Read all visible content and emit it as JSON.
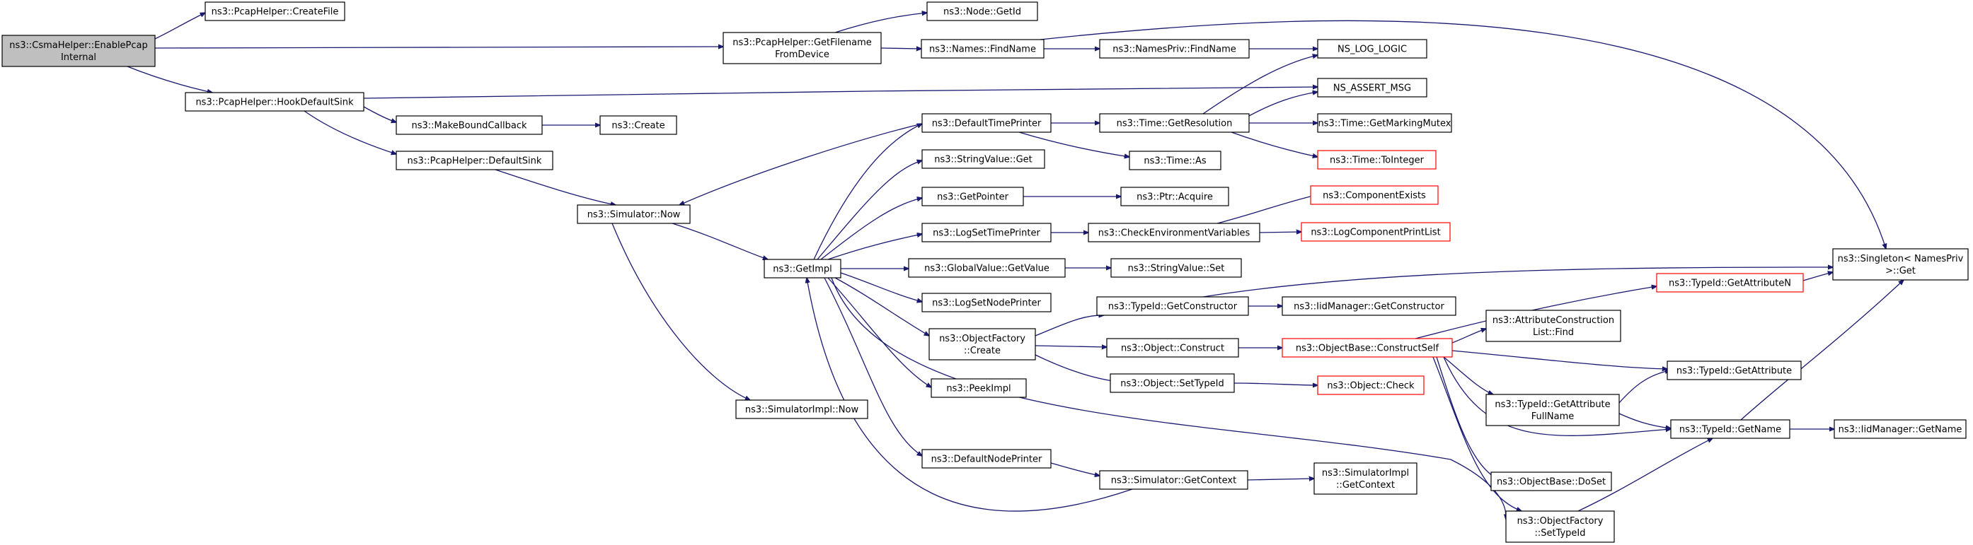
{
  "diagram": {
    "title": "",
    "colors": {
      "edge": "#191970",
      "root_fill": "#bfbfbf",
      "node_border": "#000000",
      "truncated_border": "#ff0000"
    },
    "nodes": [
      {
        "id": "root",
        "lines": [
          "ns3::CsmaHelper::EnablePcap",
          "Internal"
        ],
        "root": true
      },
      {
        "id": "createfile",
        "lines": [
          "ns3::PcapHelper::CreateFile"
        ]
      },
      {
        "id": "getfilename",
        "lines": [
          "ns3::PcapHelper::GetFilename",
          "FromDevice"
        ]
      },
      {
        "id": "hooksink",
        "lines": [
          "ns3::PcapHelper::HookDefaultSink"
        ]
      },
      {
        "id": "nodegetid",
        "lines": [
          "ns3::Node::GetId"
        ]
      },
      {
        "id": "namesfind",
        "lines": [
          "ns3::Names::FindName"
        ]
      },
      {
        "id": "makebound",
        "lines": [
          "ns3::MakeBoundCallback"
        ]
      },
      {
        "id": "defaultsink",
        "lines": [
          "ns3::PcapHelper::DefaultSink"
        ]
      },
      {
        "id": "create",
        "lines": [
          "ns3::Create"
        ]
      },
      {
        "id": "namesprivfind",
        "lines": [
          "ns3::NamesPriv::FindName"
        ]
      },
      {
        "id": "nslog",
        "lines": [
          "NS_LOG_LOGIC"
        ]
      },
      {
        "id": "nsassert",
        "lines": [
          "NS_ASSERT_MSG"
        ]
      },
      {
        "id": "simnow",
        "lines": [
          "ns3::Simulator::Now"
        ]
      },
      {
        "id": "getimpl",
        "lines": [
          "ns3::GetImpl"
        ]
      },
      {
        "id": "simimplnow",
        "lines": [
          "ns3::SimulatorImpl::Now"
        ]
      },
      {
        "id": "deftimeprinter",
        "lines": [
          "ns3::DefaultTimePrinter"
        ]
      },
      {
        "id": "stringvalueget",
        "lines": [
          "ns3::StringValue::Get"
        ]
      },
      {
        "id": "getpointer",
        "lines": [
          "ns3::GetPointer"
        ]
      },
      {
        "id": "logsettime",
        "lines": [
          "ns3::LogSetTimePrinter"
        ]
      },
      {
        "id": "globalget",
        "lines": [
          "ns3::GlobalValue::GetValue"
        ]
      },
      {
        "id": "logsetnode",
        "lines": [
          "ns3::LogSetNodePrinter"
        ]
      },
      {
        "id": "objfactorycreate",
        "lines": [
          "ns3::ObjectFactory",
          "::Create"
        ]
      },
      {
        "id": "peekimpl",
        "lines": [
          "ns3::PeekImpl"
        ]
      },
      {
        "id": "defnodeprinter",
        "lines": [
          "ns3::DefaultNodePrinter"
        ]
      },
      {
        "id": "timegetres",
        "lines": [
          "ns3::Time::GetResolution"
        ]
      },
      {
        "id": "timeas",
        "lines": [
          "ns3::Time::As"
        ]
      },
      {
        "id": "ptracquire",
        "lines": [
          "ns3::Ptr::Acquire"
        ]
      },
      {
        "id": "checkenv",
        "lines": [
          "ns3::CheckEnvironmentVariables"
        ]
      },
      {
        "id": "stringvalueset",
        "lines": [
          "ns3::StringValue::Set"
        ]
      },
      {
        "id": "typeidgetctor",
        "lines": [
          "ns3::TypeId::GetConstructor"
        ]
      },
      {
        "id": "objconstruct",
        "lines": [
          "ns3::Object::Construct"
        ]
      },
      {
        "id": "objsettypeid",
        "lines": [
          "ns3::Object::SetTypeId"
        ]
      },
      {
        "id": "simgetctx",
        "lines": [
          "ns3::Simulator::GetContext"
        ]
      },
      {
        "id": "timegetmutex",
        "lines": [
          "ns3::Time::GetMarkingMutex"
        ]
      },
      {
        "id": "timetoint",
        "lines": [
          "ns3::Time::ToInteger"
        ],
        "truncated": true
      },
      {
        "id": "compexists",
        "lines": [
          "ns3::ComponentExists"
        ],
        "truncated": true
      },
      {
        "id": "logcompprint",
        "lines": [
          "ns3::LogComponentPrintList"
        ],
        "truncated": true
      },
      {
        "id": "iidgetctor",
        "lines": [
          "ns3::IidManager::GetConstructor"
        ]
      },
      {
        "id": "objbaseconstruct",
        "lines": [
          "ns3::ObjectBase::ConstructSelf"
        ],
        "truncated": true
      },
      {
        "id": "objcheck",
        "lines": [
          "ns3::Object::Check"
        ],
        "truncated": true
      },
      {
        "id": "simimplgetctx",
        "lines": [
          "ns3::SimulatorImpl",
          "::GetContext"
        ]
      },
      {
        "id": "typeidgetattrn",
        "lines": [
          "ns3::TypeId::GetAttributeN"
        ],
        "truncated": true
      },
      {
        "id": "attrconstrfind",
        "lines": [
          "ns3::AttributeConstruction",
          "List::Find"
        ]
      },
      {
        "id": "typeidgetattr",
        "lines": [
          "ns3::TypeId::GetAttribute"
        ]
      },
      {
        "id": "typeidgetattrfull",
        "lines": [
          "ns3::TypeId::GetAttribute",
          "FullName"
        ]
      },
      {
        "id": "typeidgetname",
        "lines": [
          "ns3::TypeId::GetName"
        ]
      },
      {
        "id": "objbasedoset",
        "lines": [
          "ns3::ObjectBase::DoSet"
        ]
      },
      {
        "id": "objfactorysettypeid",
        "lines": [
          "ns3::ObjectFactory",
          "::SetTypeId"
        ]
      },
      {
        "id": "singletonget",
        "lines": [
          "ns3::Singleton< NamesPriv",
          ">::Get"
        ]
      },
      {
        "id": "iidgetname",
        "lines": [
          "ns3::IidManager::GetName"
        ]
      }
    ]
  }
}
